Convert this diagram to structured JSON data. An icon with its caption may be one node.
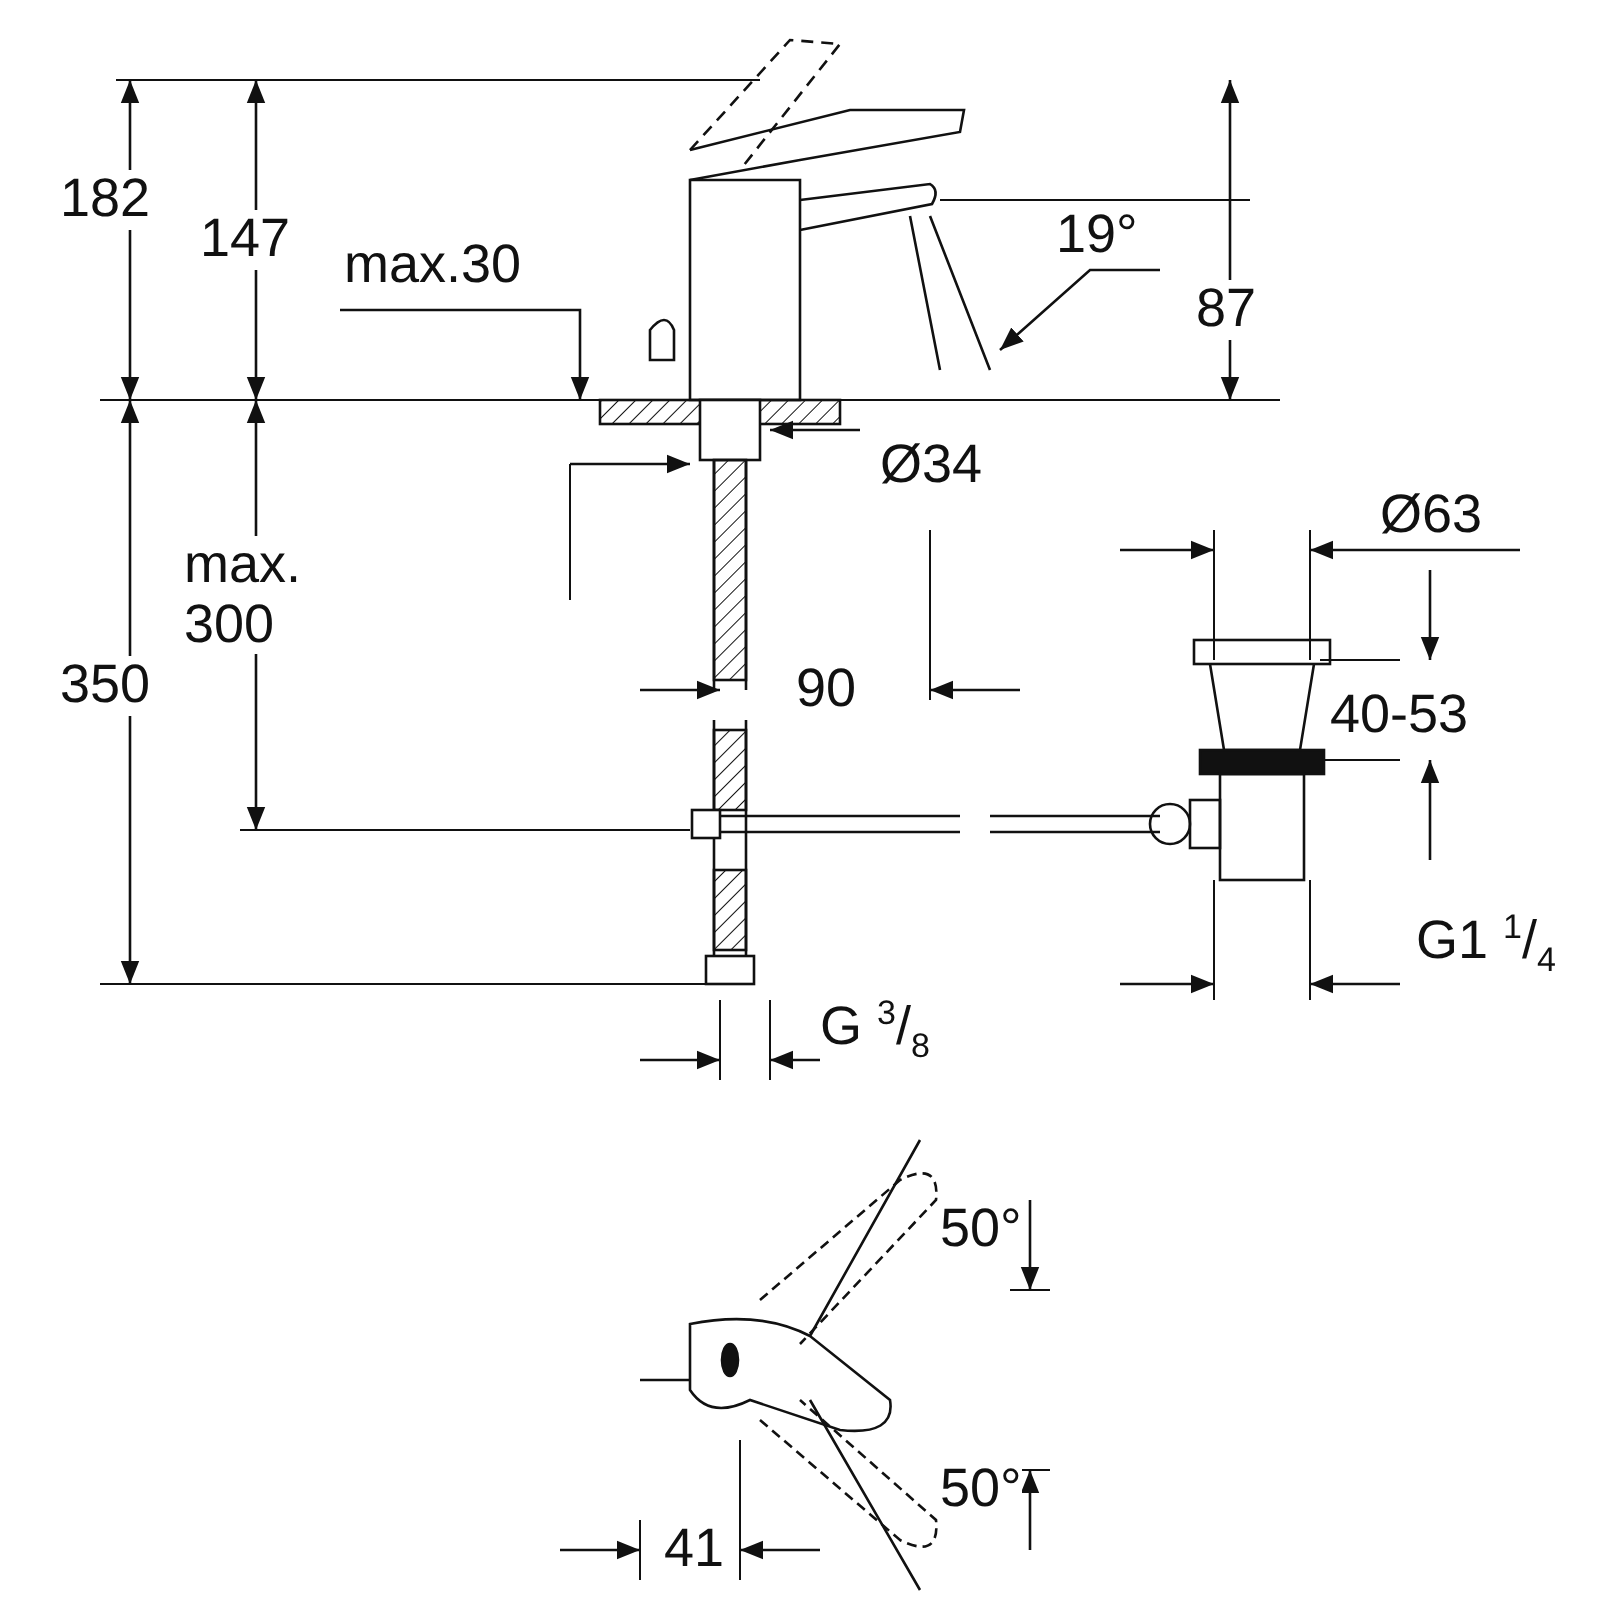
{
  "diagram": {
    "labels": [
      "182",
      "147",
      "max.30",
      "19°",
      "87",
      "Ø34",
      "Ø63",
      "max. 300",
      "350",
      "90",
      "40-53",
      "G1 $^{1}$/$_{4}$",
      "G $^{3}$/$_{8}$",
      "50°",
      "50°",
      "41"
    ]
  }
}
